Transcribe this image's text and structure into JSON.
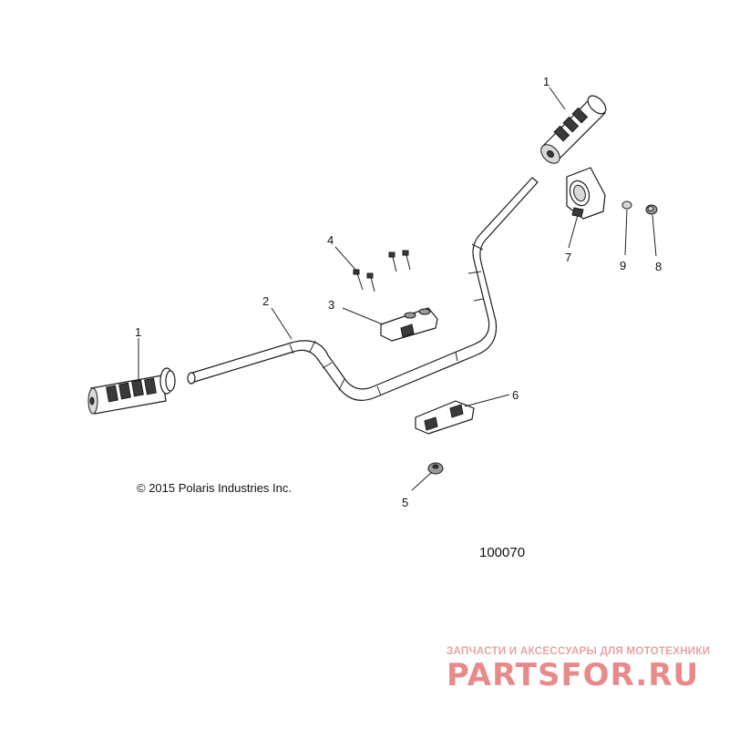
{
  "callouts": {
    "c1_top": "1",
    "c1_left": "1",
    "c2": "2",
    "c3": "3",
    "c4": "4",
    "c5": "5",
    "c6": "6",
    "c7": "7",
    "c8": "8",
    "c9": "9"
  },
  "copyright": "© 2015 Polaris Industries Inc.",
  "figure_number": "100070",
  "watermark": {
    "tagline": "ЗАПЧАСТИ И АКСЕССУАРЫ ДЛЯ МОТОТЕХНИКИ",
    "logo": "PARTSFOR.RU"
  }
}
